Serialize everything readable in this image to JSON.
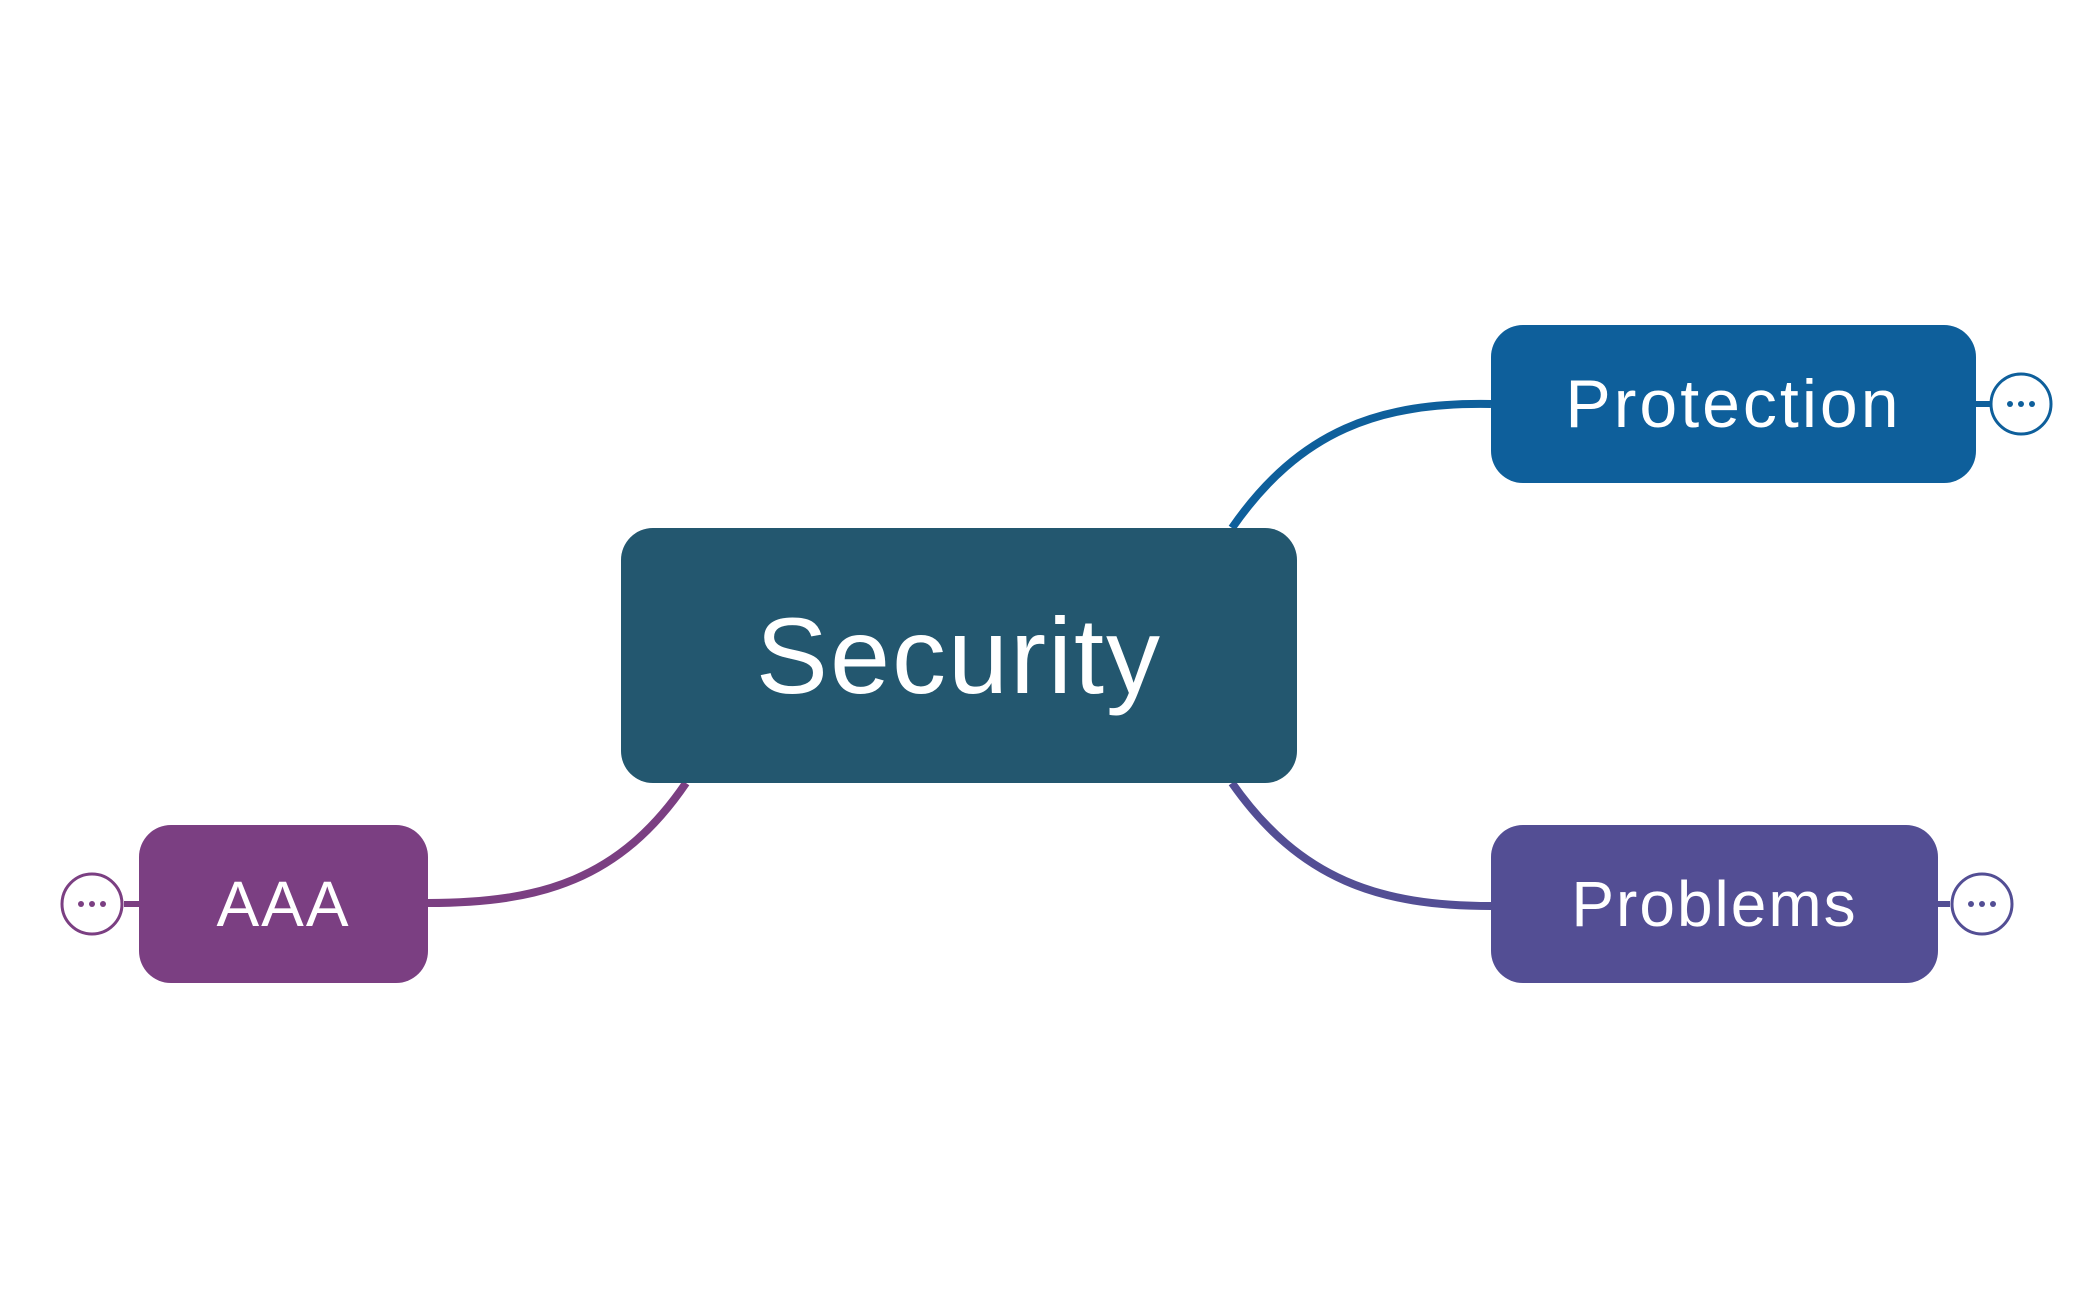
{
  "colors": {
    "background": "#ffffff",
    "central": "#23576f",
    "protection": "#0e5f9b",
    "problems": "#534e94",
    "aaa": "#7b3f82"
  },
  "central_topic": {
    "label": "Security"
  },
  "topics": {
    "protection": {
      "label": "Protection",
      "collapse_icon": "ellipsis-icon"
    },
    "problems": {
      "label": "Problems",
      "collapse_icon": "ellipsis-icon"
    },
    "aaa": {
      "label": "AAA",
      "collapse_icon": "ellipsis-icon"
    }
  }
}
